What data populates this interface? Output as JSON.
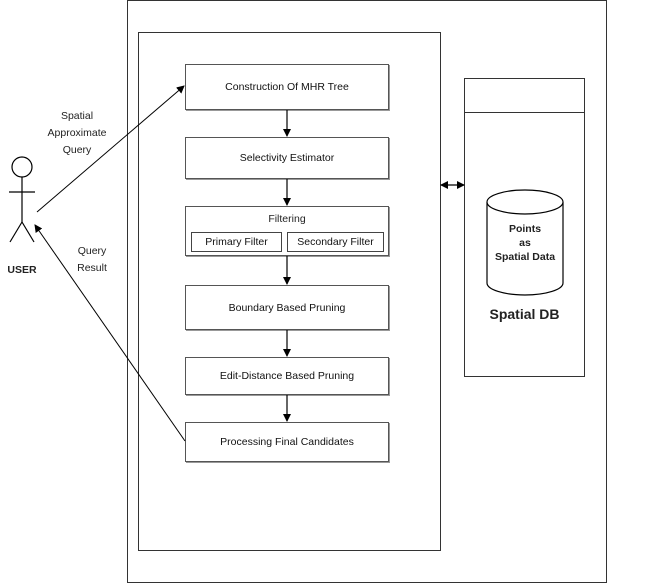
{
  "user": {
    "label": "USER",
    "query_lines": [
      "Spatial",
      "Approximate",
      "Query"
    ],
    "result_lines": [
      "Query",
      "Result"
    ]
  },
  "steps": {
    "mhr_tree": "Construction Of MHR Tree",
    "selectivity": "Selectivity Estimator",
    "filtering": "Filtering",
    "primary_filter": "Primary Filter",
    "secondary_filter": "Secondary Filter",
    "boundary_pruning": "Boundary Based Pruning",
    "edit_distance_pruning": "Edit-Distance Based Pruning",
    "final_candidates": "Processing Final Candidates"
  },
  "database": {
    "cylinder_lines": [
      "Points",
      "as",
      "Spatial Data"
    ],
    "title": "Spatial DB"
  },
  "icons": {
    "user": "stick-figure-icon",
    "database": "database-cylinder-icon"
  }
}
